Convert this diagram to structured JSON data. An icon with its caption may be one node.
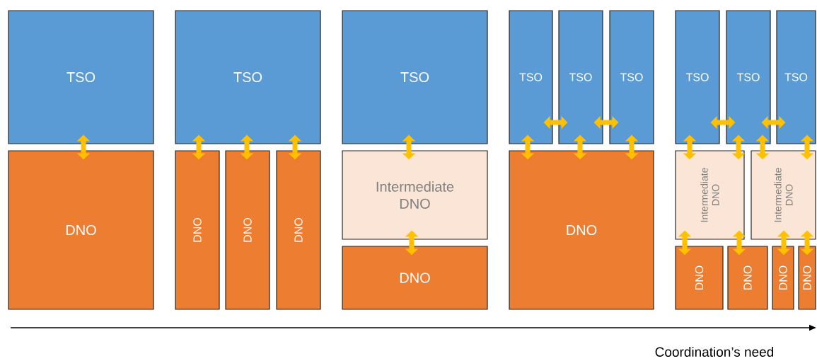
{
  "diagram": {
    "nodes": [
      {
        "text": [
          "TSO"
        ]
      },
      {
        "text": [
          "DNO"
        ]
      },
      {
        "text": [
          "TSO"
        ]
      },
      {
        "text": [
          "DNO"
        ]
      },
      {
        "text": [
          "DNO"
        ]
      },
      {
        "text": [
          "DNO"
        ]
      },
      {
        "text": [
          "TSO"
        ]
      },
      {
        "text": [
          "Intermediate DNO"
        ]
      },
      {
        "text": [
          "DNO"
        ]
      },
      {
        "text": [
          "TSO"
        ]
      },
      {
        "text": [
          "TSO"
        ]
      },
      {
        "text": [
          "TSO"
        ]
      },
      {
        "text": [
          "DNO"
        ]
      },
      {
        "text": [
          "TSO"
        ]
      },
      {
        "text": [
          "TSO"
        ]
      },
      {
        "text": [
          "TSO"
        ]
      },
      {
        "text": [
          "Intermediate DNO"
        ]
      },
      {
        "text": [
          "Intermediate DNO"
        ]
      },
      {
        "text": [
          "DNO"
        ]
      },
      {
        "text": [
          "DNO"
        ]
      },
      {
        "text": [
          "DNO"
        ]
      },
      {
        "text": [
          "DNO"
        ]
      }
    ],
    "edges": [
      {
        "from": 0,
        "to": 1,
        "arrow": "both"
      },
      {
        "from": 2,
        "to": 3,
        "arrow": "both"
      },
      {
        "from": 2,
        "to": 4,
        "arrow": "both"
      },
      {
        "from": 2,
        "to": 5,
        "arrow": "both"
      },
      {
        "from": 6,
        "to": 7,
        "arrow": "both"
      },
      {
        "from": 7,
        "to": 8,
        "arrow": "both"
      },
      {
        "from": 9,
        "to": 10,
        "arrow": "both"
      },
      {
        "from": 10,
        "to": 11,
        "arrow": "both"
      },
      {
        "from": 9,
        "to": 12,
        "arrow": "both"
      },
      {
        "from": 10,
        "to": 12,
        "arrow": "both"
      },
      {
        "from": 11,
        "to": 12,
        "arrow": "both"
      },
      {
        "from": 13,
        "to": 14,
        "arrow": "both"
      },
      {
        "from": 14,
        "to": 15,
        "arrow": "both"
      },
      {
        "from": 13,
        "to": 16,
        "arrow": "both"
      },
      {
        "from": 14,
        "to": 16,
        "arrow": "both"
      },
      {
        "from": 14,
        "to": 17,
        "arrow": "both"
      },
      {
        "from": 15,
        "to": 17,
        "arrow": "both"
      },
      {
        "from": 16,
        "to": 18,
        "arrow": "both"
      },
      {
        "from": 16,
        "to": 19,
        "arrow": "both"
      },
      {
        "from": 17,
        "to": 20,
        "arrow": "both"
      },
      {
        "from": 17,
        "to": 21,
        "arrow": "both"
      }
    ],
    "labels": [
      "Coordination’s need"
    ]
  }
}
